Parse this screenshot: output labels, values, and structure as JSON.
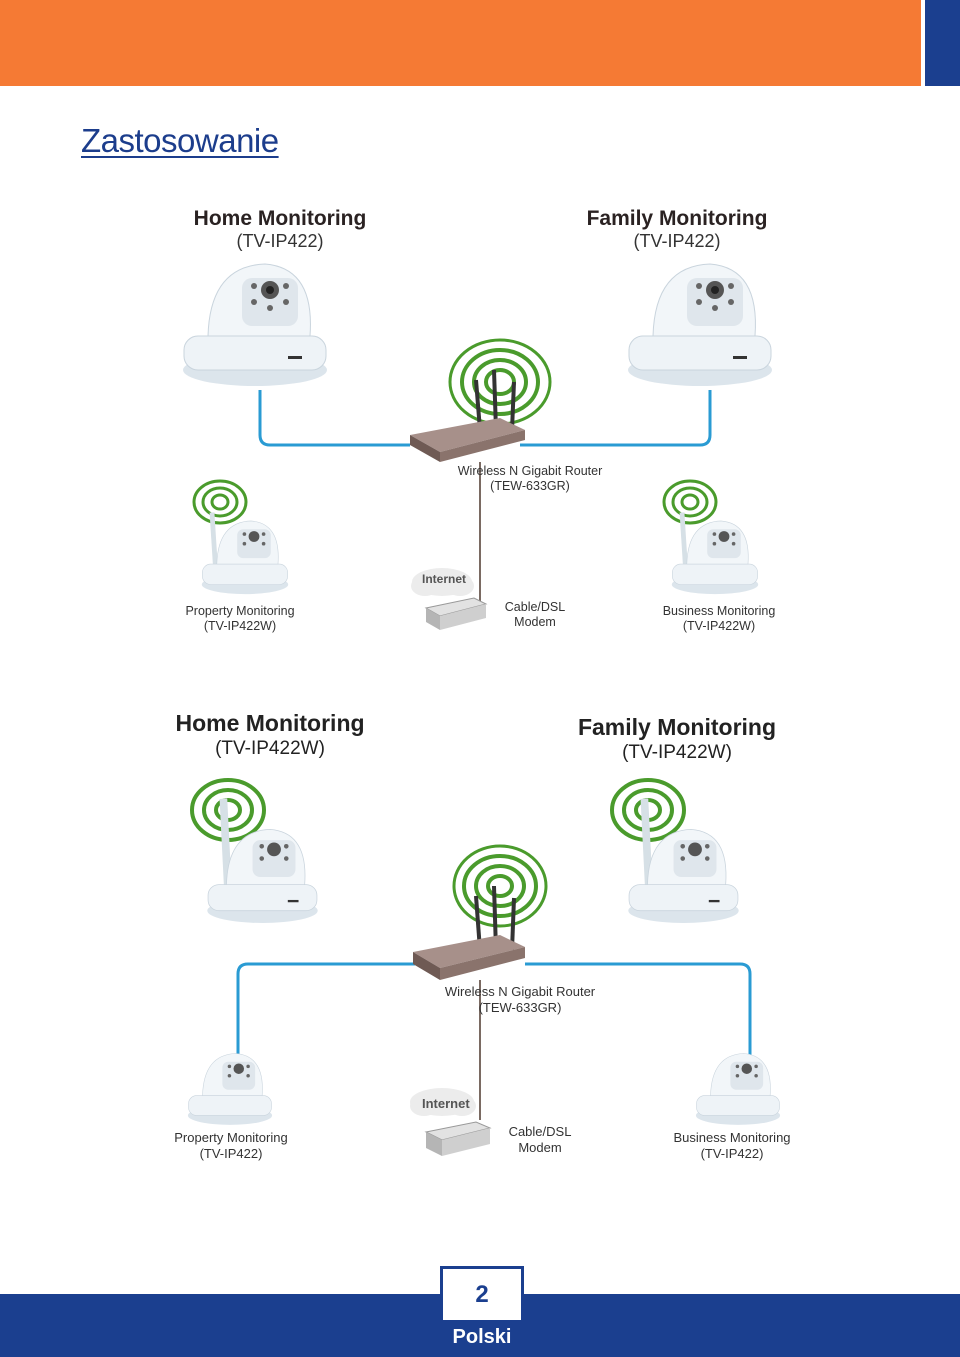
{
  "colors": {
    "orange": "#f57a34",
    "blue": "#1b3f8f",
    "link": "#2a9bd3",
    "wifi": "#4a9b2c"
  },
  "page": {
    "title": "Zastosowanie",
    "number": "2",
    "language": "Polski"
  },
  "diagram1": {
    "home": {
      "title": "Home Monitoring",
      "model": "(TV-IP422)"
    },
    "family": {
      "title": "Family Monitoring",
      "model": "(TV-IP422)"
    },
    "router": {
      "line1": "Wireless N Gigabit Router",
      "line2": "(TEW-633GR)"
    },
    "property": {
      "line1": "Property Monitoring",
      "line2": "(TV-IP422W)"
    },
    "modem": {
      "line1": "Cable/DSL",
      "line2": "Modem",
      "internet": "Internet"
    },
    "business": {
      "line1": "Business Monitoring",
      "line2": "(TV-IP422W)"
    }
  },
  "diagram2": {
    "home": {
      "title": "Home Monitoring",
      "model": "(TV-IP422W)"
    },
    "family": {
      "title": "Family Monitoring",
      "model": "(TV-IP422W)"
    },
    "router": {
      "line1": "Wireless N Gigabit Router",
      "line2": "(TEW-633GR)"
    },
    "property": {
      "line1": "Property Monitoring",
      "line2": "(TV-IP422)"
    },
    "modem": {
      "line1": "Cable/DSL",
      "line2": "Modem",
      "internet": "Internet"
    },
    "business": {
      "line1": "Business Monitoring",
      "line2": "(TV-IP422)"
    }
  }
}
